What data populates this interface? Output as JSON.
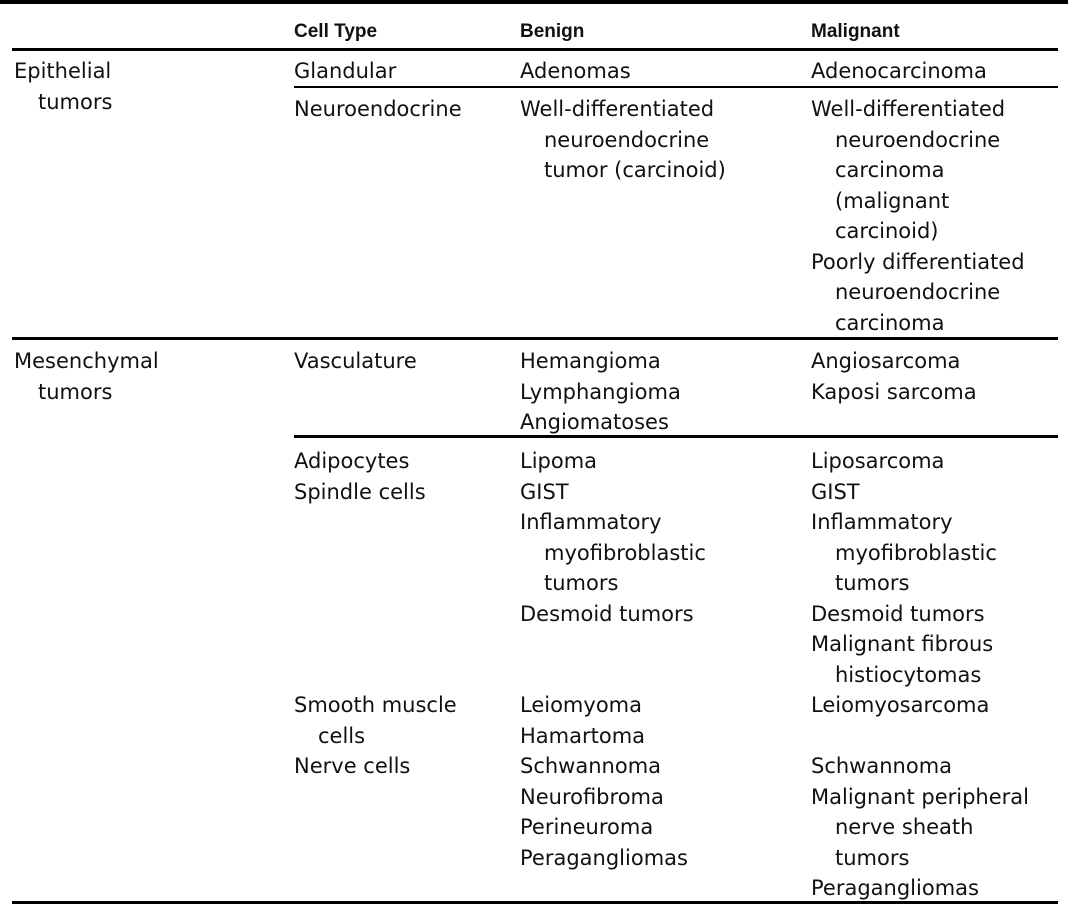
{
  "headers": {
    "cell_type": "Cell Type",
    "benign": "Benign",
    "malignant": "Malignant"
  },
  "groups": [
    {
      "id": "epithelial",
      "name": [
        "Epithelial",
        "tumors"
      ]
    },
    {
      "id": "mesenchymal",
      "name": [
        "Mesenchymal",
        "tumors"
      ]
    }
  ],
  "rows": [
    {
      "id": "glandular",
      "cell_type": [
        [
          "Glandular",
          0
        ]
      ],
      "benign": [
        [
          "Adenomas",
          0
        ]
      ],
      "malignant": [
        [
          "Adenocarcinoma",
          0
        ]
      ]
    },
    {
      "id": "neuroendocrine",
      "cell_type": [
        [
          "Neuroendocrine",
          0
        ]
      ],
      "benign": [
        [
          "Well-differentiated",
          0
        ],
        [
          "neuroendocrine",
          1
        ],
        [
          "tumor (carcinoid)",
          1
        ]
      ],
      "malignant": [
        [
          "Well-differentiated",
          0
        ],
        [
          "neuroendocrine",
          1
        ],
        [
          "carcinoma",
          1
        ],
        [
          "(malignant",
          1
        ],
        [
          "carcinoid)",
          1
        ],
        [
          "Poorly differentiated",
          0
        ],
        [
          "neuroendocrine",
          1
        ],
        [
          "carcinoma",
          1
        ]
      ]
    },
    {
      "id": "vasculature",
      "cell_type": [
        [
          "Vasculature",
          0
        ]
      ],
      "benign": [
        [
          "Hemangioma",
          0
        ],
        [
          "Lymphangioma",
          0
        ],
        [
          "Angiomatoses",
          0
        ]
      ],
      "malignant": [
        [
          "Angiosarcoma",
          0
        ],
        [
          "Kaposi sarcoma",
          0
        ]
      ]
    },
    {
      "id": "other-mesenchymal",
      "cell_type": [
        [
          "Adipocytes",
          0
        ],
        [
          "Spindle cells",
          0
        ],
        [
          "",
          0
        ],
        [
          "",
          0
        ],
        [
          "",
          0
        ],
        [
          "",
          0
        ],
        [
          "",
          0
        ],
        [
          "",
          0
        ],
        [
          "Smooth muscle",
          0
        ],
        [
          "cells",
          1
        ],
        [
          "Nerve cells",
          0
        ]
      ],
      "benign": [
        [
          "Lipoma",
          0
        ],
        [
          "GIST",
          0
        ],
        [
          "Inflammatory",
          0
        ],
        [
          "myofibroblastic",
          1
        ],
        [
          "tumors",
          1
        ],
        [
          "Desmoid tumors",
          0
        ],
        [
          "",
          0
        ],
        [
          "",
          0
        ],
        [
          "Leiomyoma",
          0
        ],
        [
          "Hamartoma",
          0
        ],
        [
          "Schwannoma",
          0
        ],
        [
          "Neurofibroma",
          0
        ],
        [
          "Perineuroma",
          0
        ],
        [
          "Peragangliomas",
          0
        ]
      ],
      "malignant": [
        [
          "Liposarcoma",
          0
        ],
        [
          "GIST",
          0
        ],
        [
          "Inflammatory",
          0
        ],
        [
          "myofibroblastic",
          1
        ],
        [
          "tumors",
          1
        ],
        [
          "Desmoid tumors",
          0
        ],
        [
          "Malignant fibrous",
          0
        ],
        [
          "histiocytomas",
          1
        ],
        [
          "Leiomyosarcoma",
          0
        ],
        [
          "",
          0
        ],
        [
          "Schwannoma",
          0
        ],
        [
          "Malignant peripheral",
          0
        ],
        [
          "nerve sheath",
          1
        ],
        [
          "tumors",
          1
        ],
        [
          "Peragangliomas",
          0
        ]
      ]
    }
  ]
}
